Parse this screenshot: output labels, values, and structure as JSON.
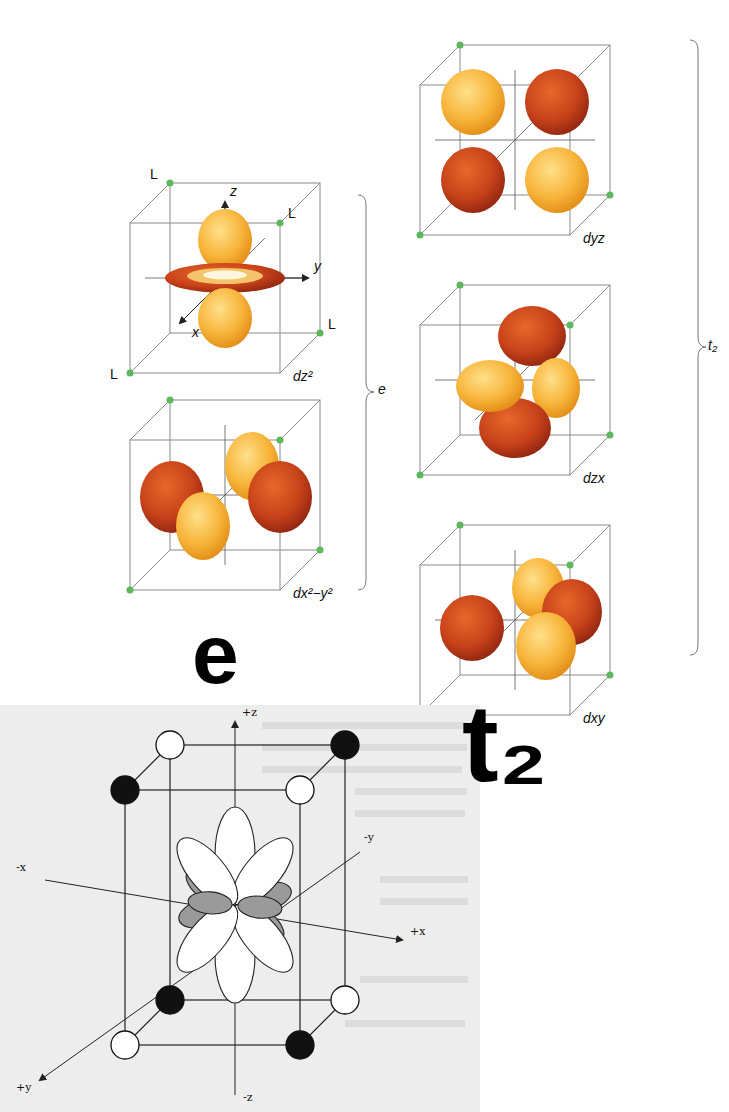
{
  "diagram": {
    "labels": [
      "L",
      "z",
      "L",
      "y",
      "L",
      "x",
      "L",
      "dz²",
      "dx²−y²",
      "e",
      "dyz",
      "dzx",
      "dxy",
      "t₂",
      "e",
      "t₂",
      "+z",
      "-y",
      "-x",
      "+x",
      "+y",
      "-z"
    ]
  }
}
